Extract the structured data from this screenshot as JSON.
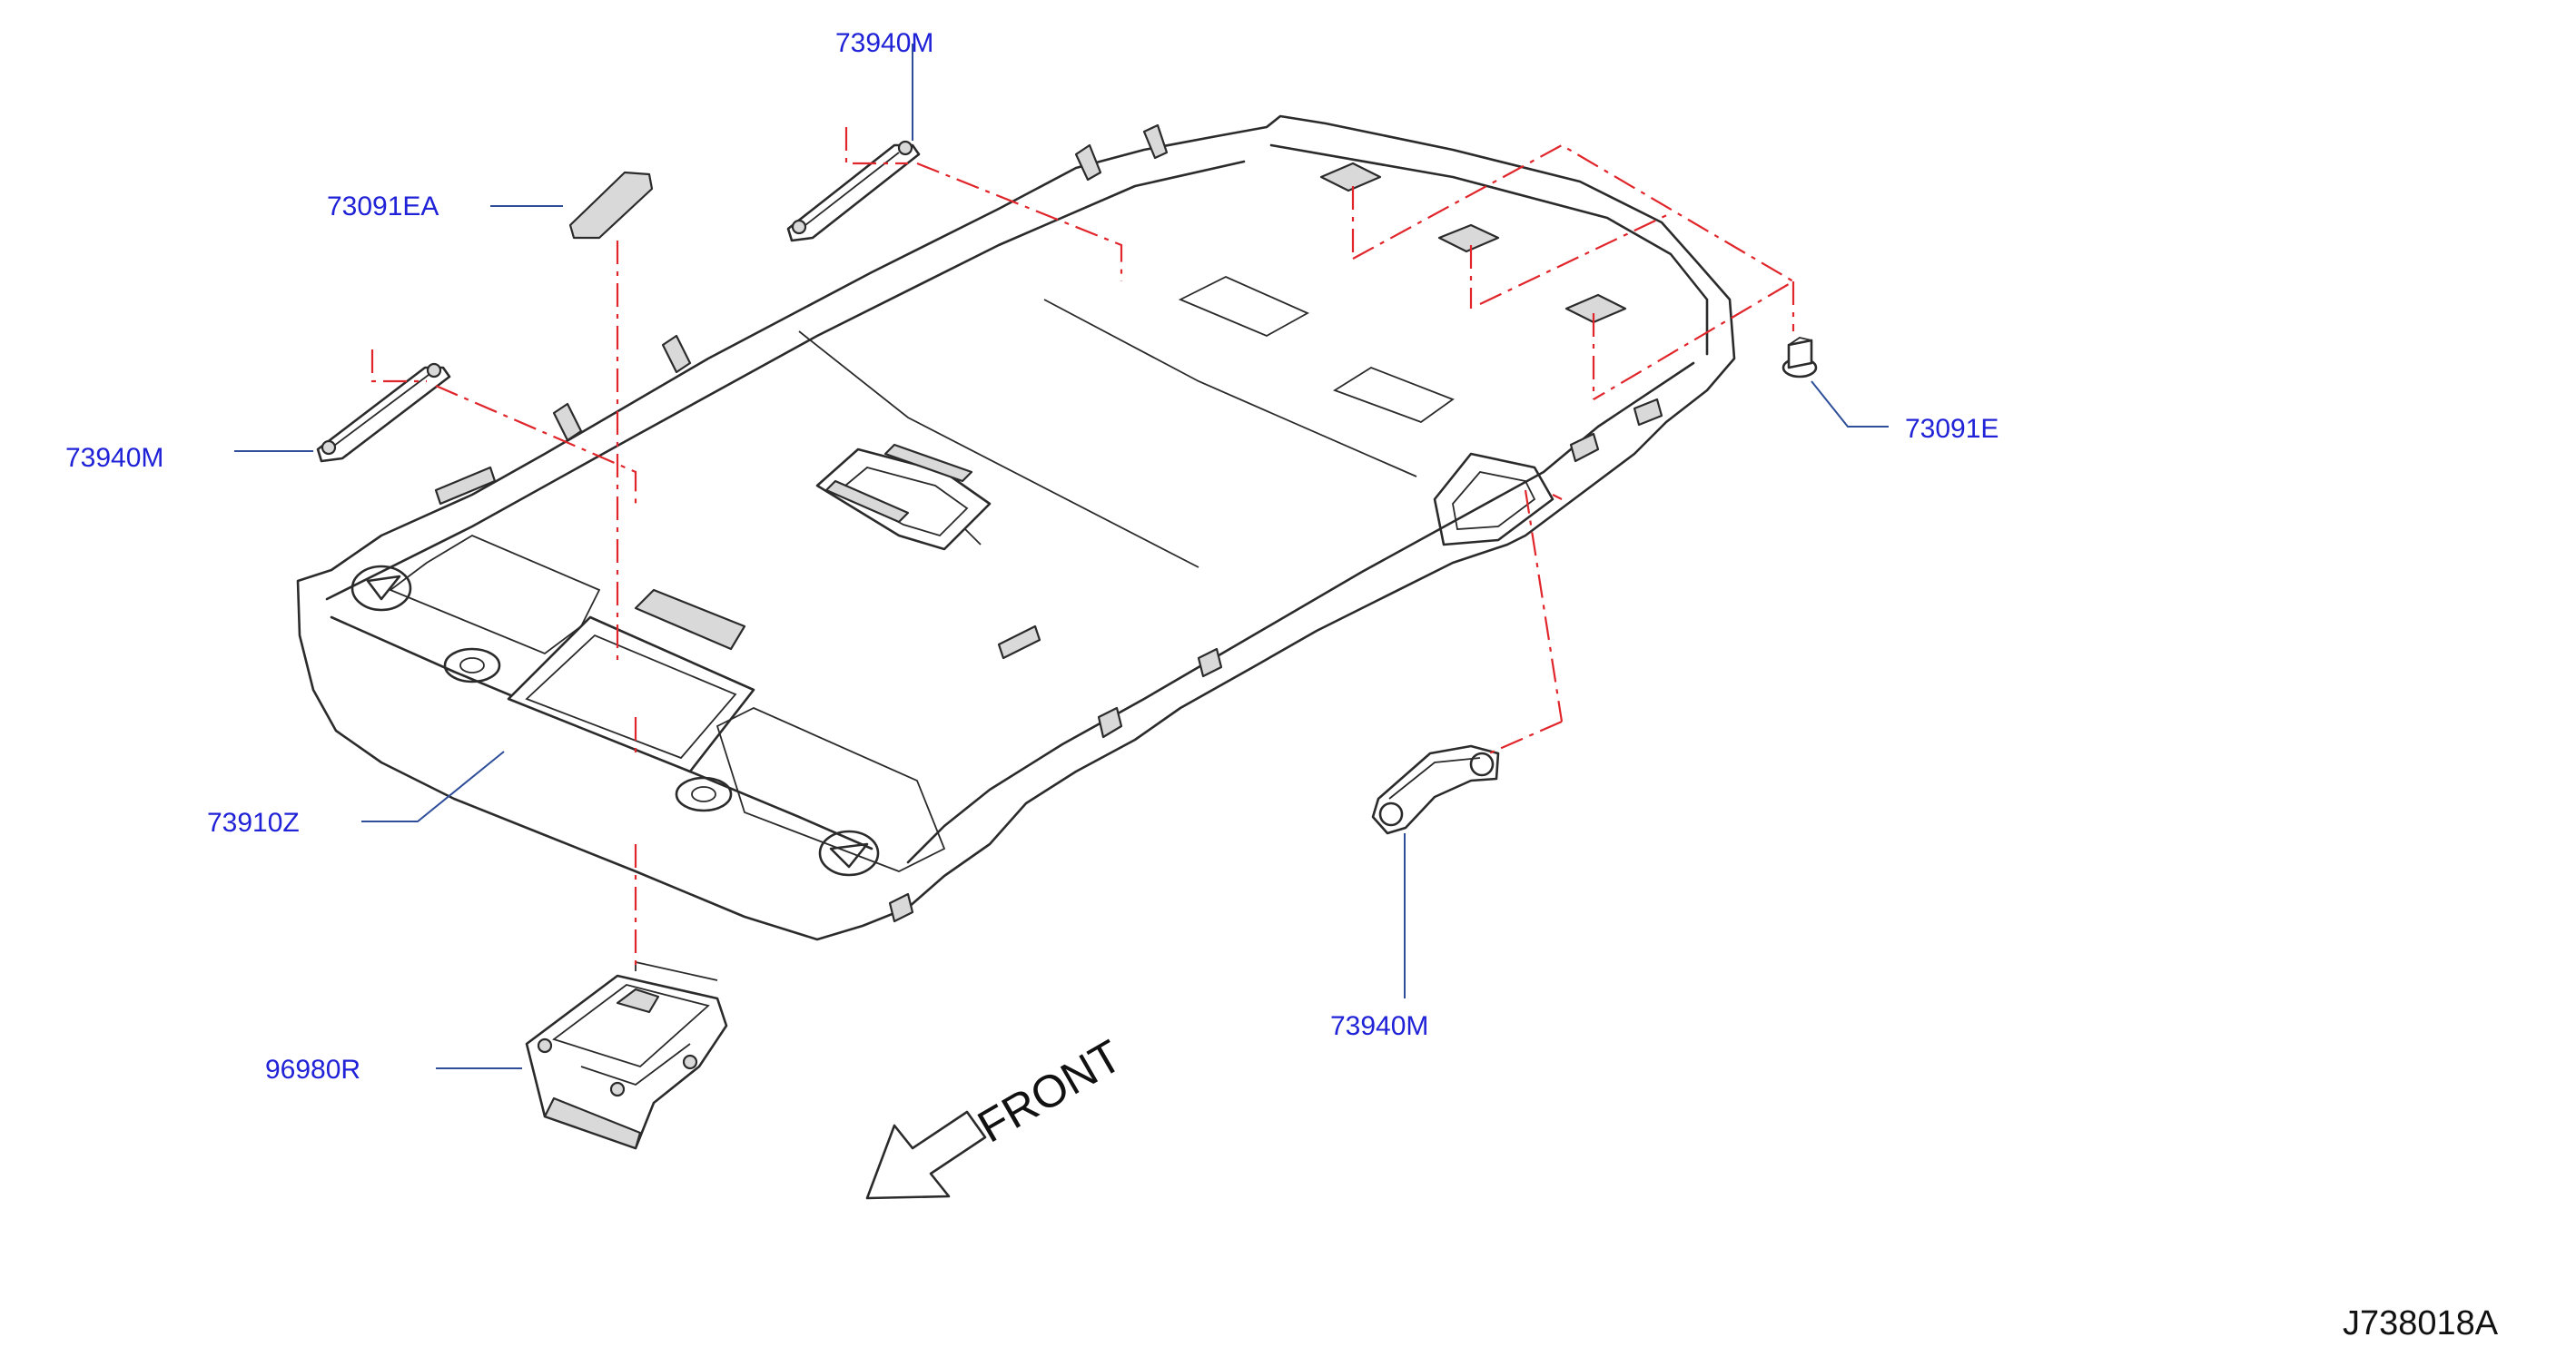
{
  "callouts": {
    "trim_clip_a": "73940M",
    "trim_clip_b": "73940M",
    "grip_handle": "73940M",
    "pad": "73091EA",
    "clip": "73091E",
    "headlining": "73910Z",
    "map_lamp": "96980R"
  },
  "front_label": "FRONT",
  "diagram_id": "J738018A",
  "colors": {
    "callout_text": "#1f22d6",
    "leader_line": "#2f4e9a",
    "assembly_dash": "#e0262b",
    "part_outline": "#2b2b2b"
  },
  "icons": {
    "direction": "front-arrow-icon"
  }
}
